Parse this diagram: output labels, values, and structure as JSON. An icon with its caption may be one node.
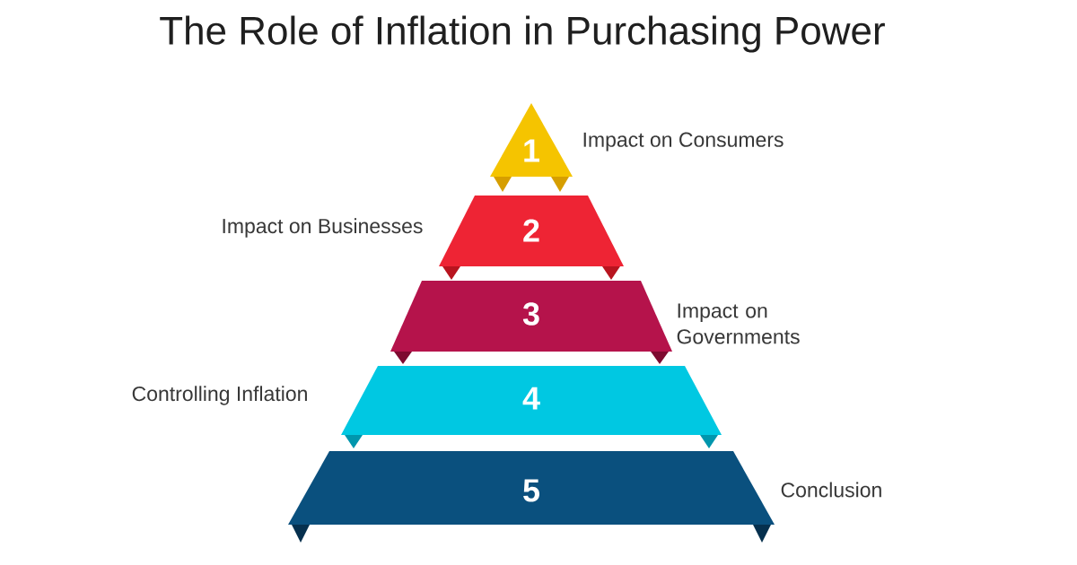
{
  "diagram": {
    "title": "The Role of Inflation in Purchasing Power",
    "nodes": [
      {
        "text": [
          "1"
        ],
        "beside": [
          "Impact on Consumers"
        ]
      },
      {
        "text": [
          "2"
        ],
        "beside": [
          "Impact on Businesses"
        ]
      },
      {
        "text": [
          "3"
        ],
        "beside": [
          "Impact on Governments"
        ]
      },
      {
        "text": [
          "4"
        ],
        "beside": [
          "Controlling Inflation"
        ]
      },
      {
        "text": [
          "5"
        ],
        "beside": [
          "Conclusion"
        ]
      }
    ]
  }
}
